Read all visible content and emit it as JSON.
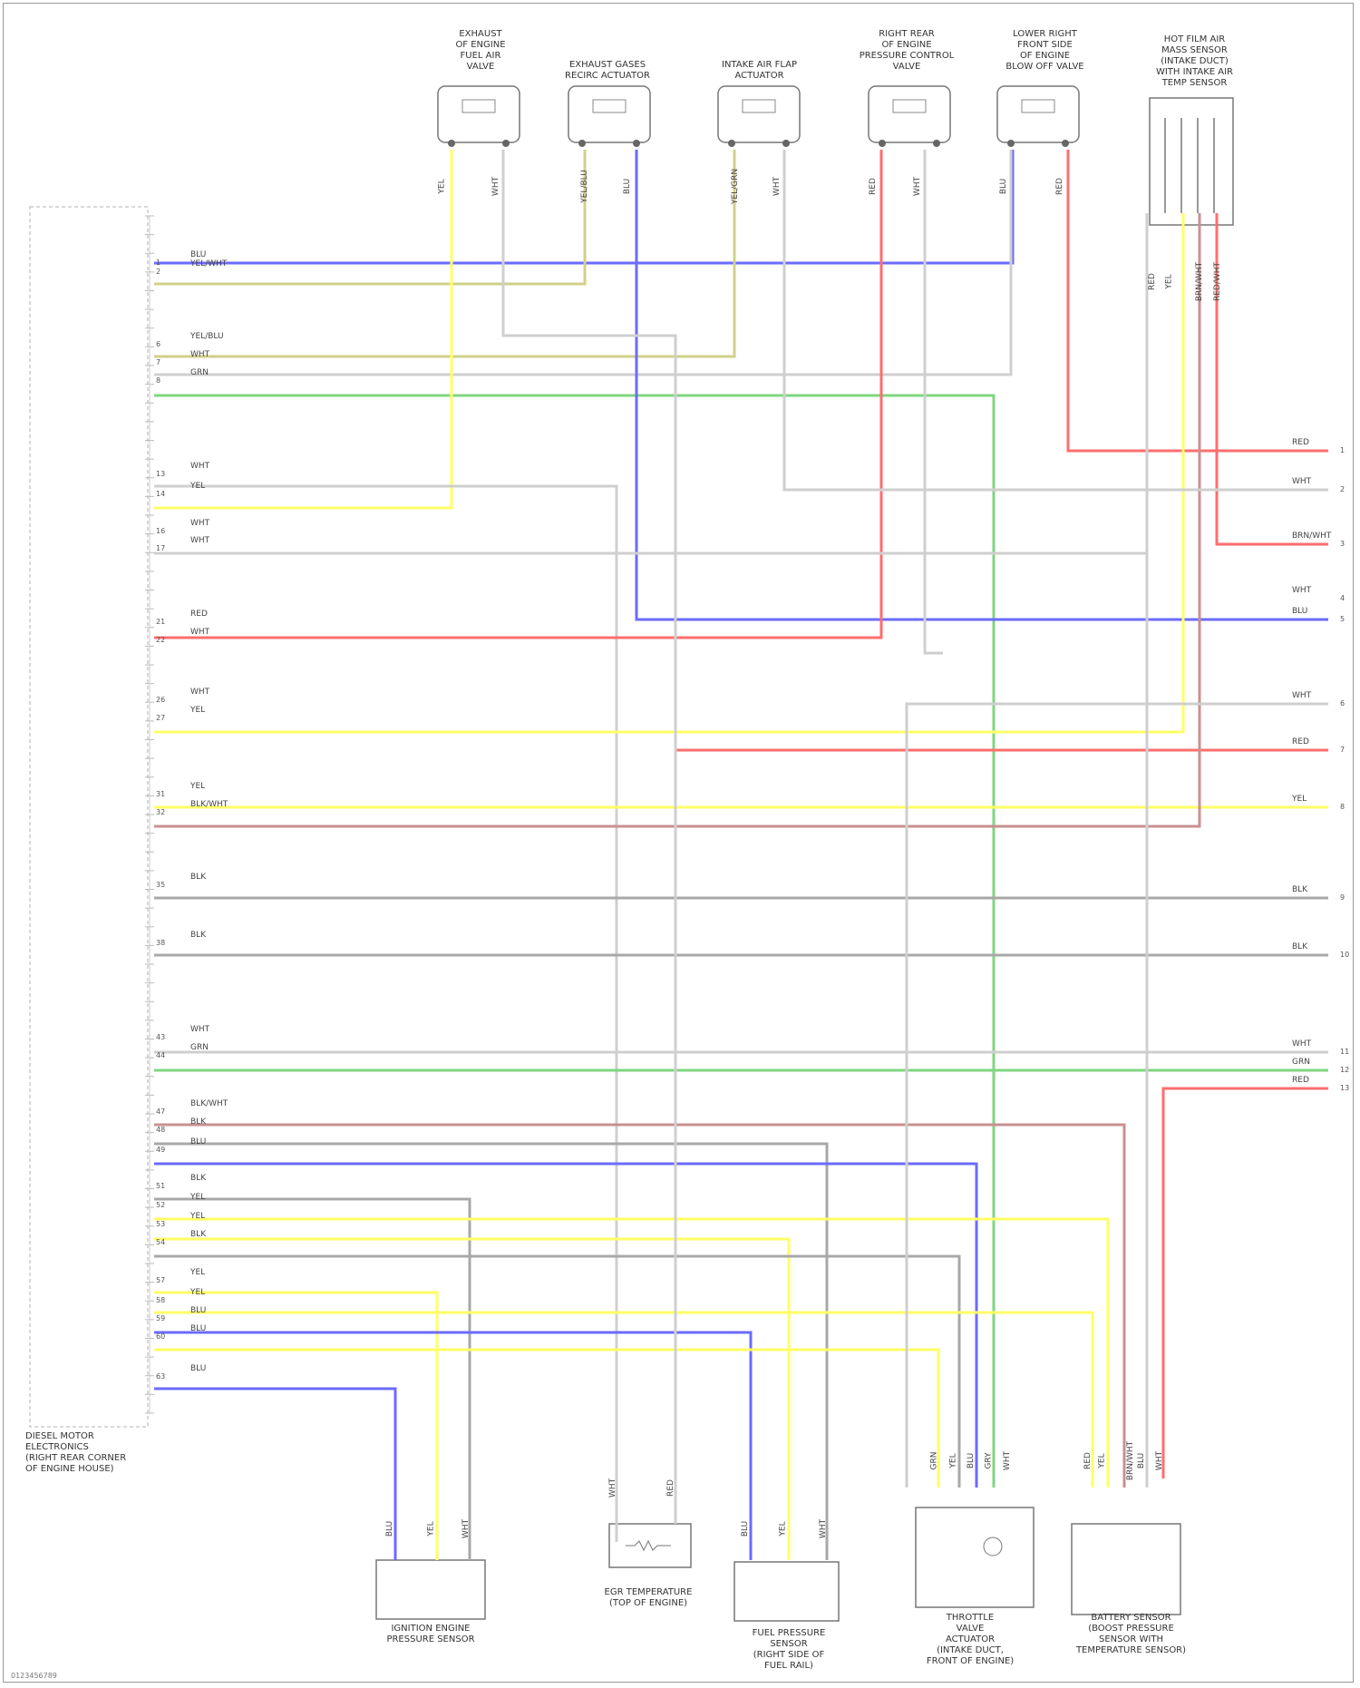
{
  "ecm_label": "DIESEL MOTOR\nELECTRONICS\n(RIGHT REAR CORNER\nOF ENGINE HOUSE)",
  "top_components": [
    {
      "id": "c1",
      "label": "EXHAUST\nOF ENGINE\nFUEL AIR\nVALVE",
      "wires": [
        "YEL",
        "WHT"
      ]
    },
    {
      "id": "c2",
      "label": "EXHAUST GASES\nRECIRC ACTUATOR",
      "wires": [
        "YEL/BLU",
        "BLU"
      ]
    },
    {
      "id": "c3",
      "label": "INTAKE AIR FLAP\nACTUATOR",
      "wires": [
        "YEL/GRN",
        "WHT"
      ]
    },
    {
      "id": "c4",
      "label": "RIGHT REAR\nOF ENGINE\nPRESSURE CONTROL\nVALVE",
      "wires": [
        "RED",
        "WHT"
      ]
    },
    {
      "id": "c5",
      "label": "LOWER RIGHT\nFRONT SIDE\nOF ENGINE\nBLOW OFF VALVE",
      "wires": [
        "BLU",
        "RED"
      ]
    },
    {
      "id": "c6",
      "label": "HOT FILM AIR\nMASS SENSOR\n(INTAKE DUCT)\nWITH INTAKE AIR\nTEMP SENSOR",
      "wires": [
        "RED",
        "YEL",
        "BRN/WHT",
        "RED/WHT"
      ]
    }
  ],
  "bottom_components": [
    {
      "id": "b1",
      "label": "IGNITION ENGINE\nPRESSURE SENSOR",
      "wires": [
        "BLU",
        "YEL",
        "WHT"
      ]
    },
    {
      "id": "b2",
      "label": "EGR TEMPERATURE\n(TOP OF ENGINE)",
      "wires": [
        "WHT",
        "RED"
      ]
    },
    {
      "id": "b3",
      "label": "FUEL PRESSURE\nSENSOR\n(RIGHT SIDE OF\nFUEL RAIL)",
      "wires": [
        "BLU",
        "YEL",
        "WHT"
      ]
    },
    {
      "id": "b4",
      "label": "THROTTLE\nVALVE\nACTUATOR\n(INTAKE DUCT,\nFRONT OF ENGINE)",
      "wires": [
        "GRN",
        "YEL",
        "BLU",
        "GRY",
        "WHT"
      ]
    },
    {
      "id": "b5",
      "label": "BATTERY SENSOR\n(BOOST PRESSURE\nSENSOR WITH\nTEMPERATURE SENSOR)",
      "wires": [
        "RED",
        "YEL",
        "BRN/WHT",
        "BLU",
        "WHT"
      ]
    }
  ],
  "ecm_pins": [
    {
      "pin": "1",
      "label": "BLU",
      "color": "blue"
    },
    {
      "pin": "2",
      "label": "YEL/WHT",
      "color": "olive"
    },
    {
      "pin": "6",
      "label": "YEL/BLU",
      "color": "olive"
    },
    {
      "pin": "7",
      "label": "WHT",
      "color": "gray"
    },
    {
      "pin": "8",
      "label": "GRN",
      "color": "green"
    },
    {
      "pin": "13",
      "label": "WHT",
      "color": "gray"
    },
    {
      "pin": "14",
      "label": "YEL",
      "color": "yellow"
    },
    {
      "pin": "16",
      "label": "WHT",
      "color": "gray"
    },
    {
      "pin": "17",
      "label": "WHT",
      "color": "gray"
    },
    {
      "pin": "21",
      "label": "RED",
      "color": "red"
    },
    {
      "pin": "22",
      "label": "WHT",
      "color": "gray"
    },
    {
      "pin": "26",
      "label": "WHT",
      "color": "gray"
    },
    {
      "pin": "27",
      "label": "YEL",
      "color": "yellow"
    },
    {
      "pin": "31",
      "label": "YEL",
      "color": "yellow"
    },
    {
      "pin": "32",
      "label": "BLK/WHT",
      "color": "brown"
    },
    {
      "pin": "35",
      "label": "BLK",
      "color": "darkgray"
    },
    {
      "pin": "38",
      "label": "BLK",
      "color": "darkgray"
    },
    {
      "pin": "43",
      "label": "WHT",
      "color": "gray"
    },
    {
      "pin": "44",
      "label": "GRN",
      "color": "green"
    },
    {
      "pin": "47",
      "label": "BLK/WHT",
      "color": "brown"
    },
    {
      "pin": "48",
      "label": "BLK",
      "color": "darkgray"
    },
    {
      "pin": "49",
      "label": "BLU",
      "color": "blue"
    },
    {
      "pin": "51",
      "label": "BLK",
      "color": "darkgray"
    },
    {
      "pin": "52",
      "label": "YEL",
      "color": "yellow"
    },
    {
      "pin": "53",
      "label": "YEL",
      "color": "yellow"
    },
    {
      "pin": "54",
      "label": "BLK",
      "color": "darkgray"
    },
    {
      "pin": "57",
      "label": "YEL",
      "color": "yellow"
    },
    {
      "pin": "58",
      "label": "YEL",
      "color": "yellow"
    },
    {
      "pin": "59",
      "label": "BLU",
      "color": "blue"
    },
    {
      "pin": "60",
      "label": "BLU",
      "color": "blue"
    },
    {
      "pin": "63",
      "label": "BLU",
      "color": "blue"
    }
  ],
  "right_terminals": [
    {
      "num": "1",
      "label": "RED"
    },
    {
      "num": "2",
      "label": "WHT"
    },
    {
      "num": "3",
      "label": "BRN/WHT"
    },
    {
      "num": "4",
      "label": "WHT"
    },
    {
      "num": "5",
      "label": "BLU"
    },
    {
      "num": "6",
      "label": "WHT"
    },
    {
      "num": "7",
      "label": "RED"
    },
    {
      "num": "8",
      "label": "YEL"
    },
    {
      "num": "9",
      "label": "BLK"
    },
    {
      "num": "10",
      "label": "BLK"
    },
    {
      "num": "11",
      "label": "WHT"
    },
    {
      "num": "12",
      "label": "GRN"
    },
    {
      "num": "13",
      "label": "RED"
    }
  ],
  "footer_code": "0123456789",
  "colors": {
    "red": "#ff6e6e",
    "yellow": "#ffff66",
    "blue": "#6b6bff",
    "green": "#7fd67f",
    "gray": "#cfcfcf",
    "darkgray": "#a8a8a8",
    "brown": "#c89090",
    "olive": "#d0d08a"
  }
}
